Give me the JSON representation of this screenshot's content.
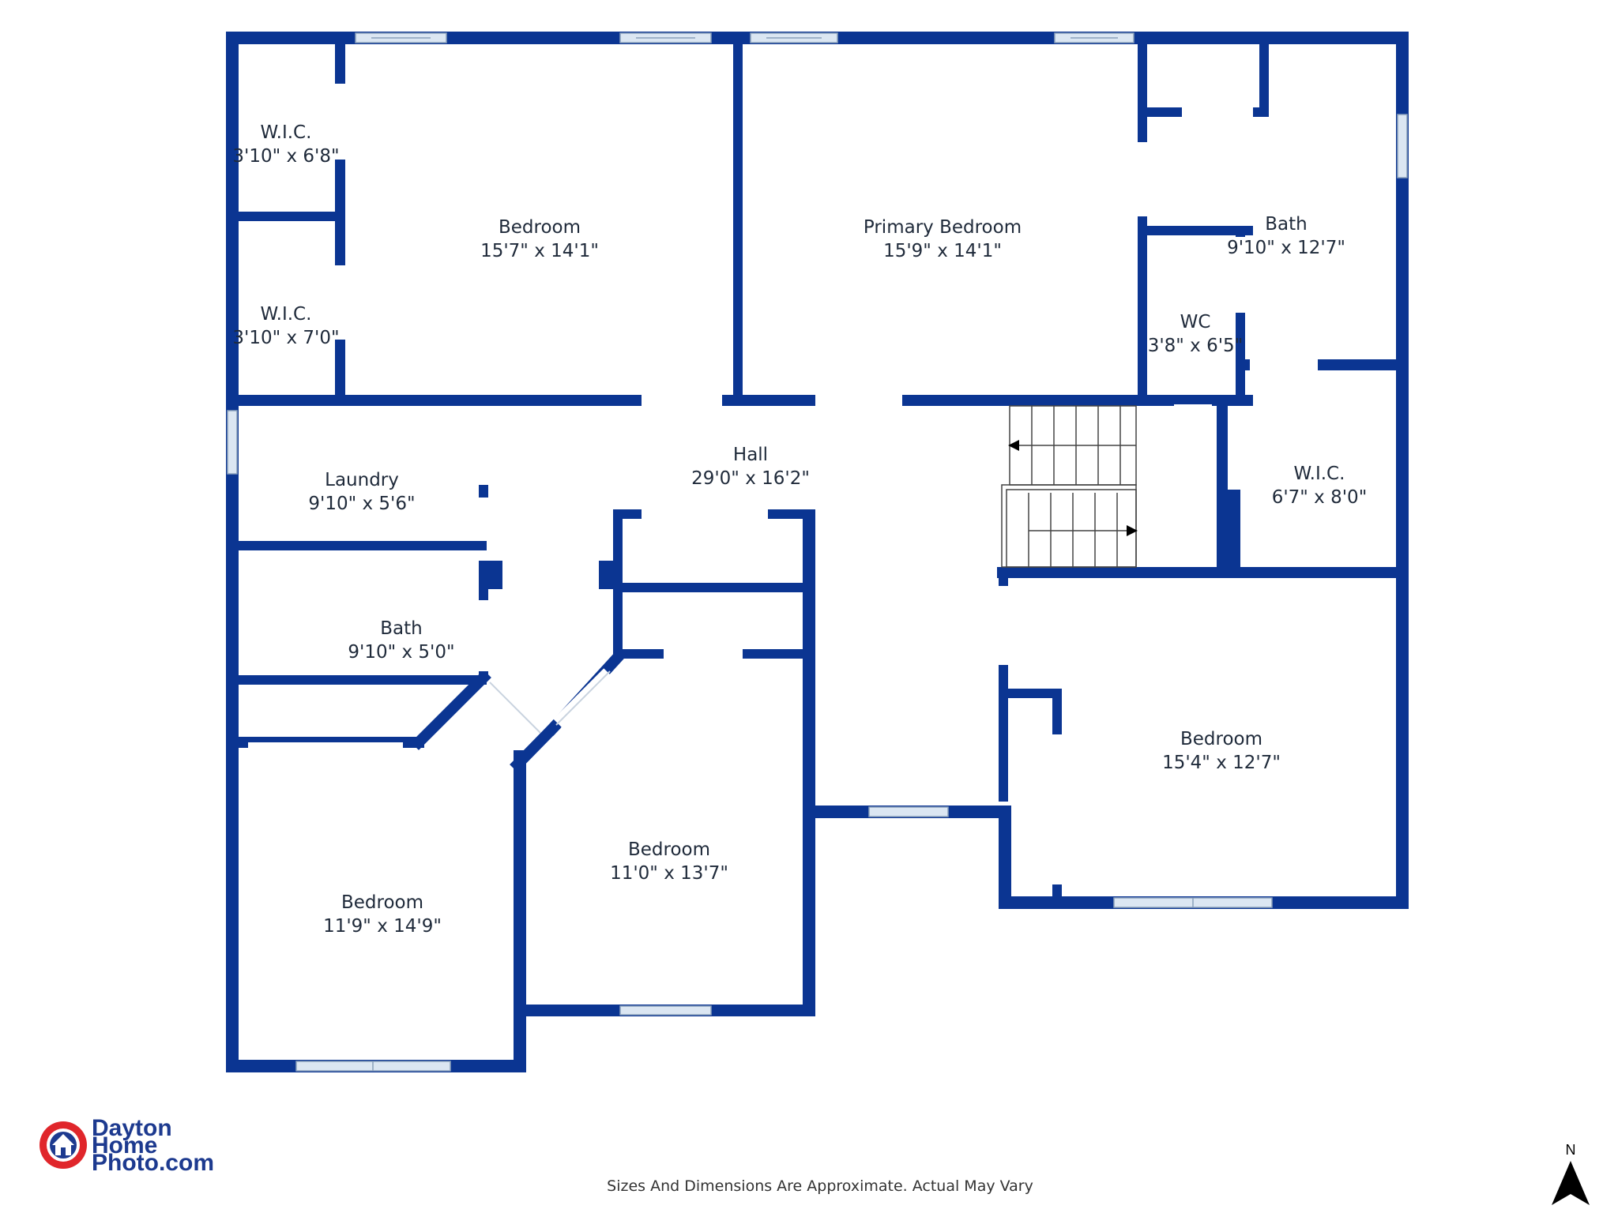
{
  "rooms": [
    {
      "name": "W.I.C.",
      "dims": "3'10\" x 6'8\""
    },
    {
      "name": "W.I.C.",
      "dims": "3'10\" x 7'0\""
    },
    {
      "name": "Bedroom",
      "dims": "15'7\" x 14'1\""
    },
    {
      "name": "Primary Bedroom",
      "dims": "15'9\" x 14'1\""
    },
    {
      "name": "Bath",
      "dims": "9'10\" x 12'7\""
    },
    {
      "name": "WC",
      "dims": "3'8\" x 6'5\""
    },
    {
      "name": "Hall",
      "dims": "29'0\" x 16'2\""
    },
    {
      "name": "Laundry",
      "dims": "9'10\" x 5'6\""
    },
    {
      "name": "W.I.C.",
      "dims": "6'7\" x 8'0\""
    },
    {
      "name": "Bath",
      "dims": "9'10\" x 5'0\""
    },
    {
      "name": "Bedroom",
      "dims": "15'4\" x 12'7\""
    },
    {
      "name": "Bedroom",
      "dims": "11'0\" x 13'7\""
    },
    {
      "name": "Bedroom",
      "dims": "11'9\" x 14'9\""
    }
  ],
  "logo": {
    "line1": "Dayton",
    "line2": "Home",
    "line3": "Photo.com"
  },
  "footer": "Sizes And Dimensions Are Approximate. Actual May Vary",
  "compass": "N",
  "colors": {
    "wall": "#0b3592",
    "window": "#dbe6f2",
    "logo_red": "#e0262b",
    "logo_blue": "#1d3a8f"
  }
}
